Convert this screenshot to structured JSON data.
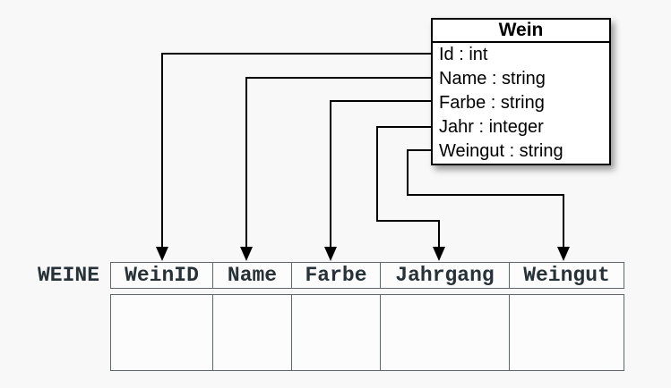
{
  "class_box": {
    "title": "Wein",
    "attributes": [
      "Id : int",
      "Name : string",
      "Farbe : string",
      "Jahr : integer",
      "Weingut : string"
    ]
  },
  "table": {
    "label": "WEINE",
    "columns": [
      "WeinID",
      "Name",
      "Farbe",
      "Jahrgang",
      "Weingut"
    ]
  },
  "mappings": [
    {
      "from": "Id",
      "to": "WeinID"
    },
    {
      "from": "Name",
      "to": "Name"
    },
    {
      "from": "Farbe",
      "to": "Farbe"
    },
    {
      "from": "Jahr",
      "to": "Jahrgang"
    },
    {
      "from": "Weingut",
      "to": "Weingut"
    }
  ],
  "colors": {
    "background": "#f8f8f8",
    "connector": "#000000",
    "class_box_border": "#000000",
    "class_box_fill": "#ffffff",
    "table_border": "#5d676c",
    "table_text": "#263238",
    "cell_fill": "#fcfcfc"
  }
}
